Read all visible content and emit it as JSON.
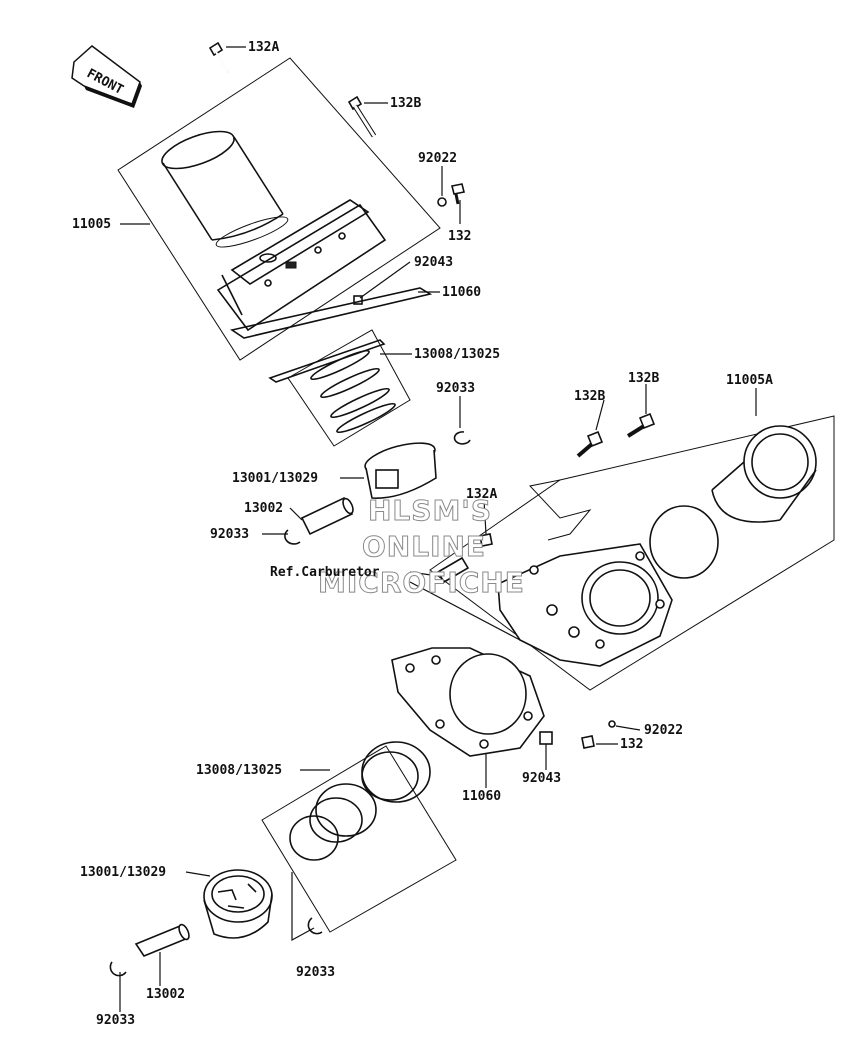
{
  "orientation": {
    "front_label": "FRONT"
  },
  "labels": {
    "l132a_top": "132A",
    "l132b_top": "132B",
    "l92022_top": "92022",
    "l11005": "11005",
    "l132_top": "132",
    "l92043_top": "92043",
    "l11060_top": "11060",
    "l13008_top": "13008/13025",
    "l92033_a": "92033",
    "l132b_right": "132B",
    "l132b_right2": "132B",
    "l11005a": "11005A",
    "l13001_top": "13001/13029",
    "l132a_mid": "132A",
    "l13002_top": "13002",
    "l92033_b": "92033",
    "l_ref": "Ref.Carburetor",
    "l92022_bot": "92022",
    "l132_bot": "132",
    "l92043_bot": "92043",
    "l11060_bot": "11060",
    "l13008_bot": "13008/13025",
    "l13001_bot": "13001/13029",
    "l92033_c": "92033",
    "l13002_bot": "13002",
    "l92033_d": "92033"
  },
  "watermark": {
    "line1": "HLSM'S",
    "line2": "ONLINE",
    "line3": "MICROFICHE"
  }
}
